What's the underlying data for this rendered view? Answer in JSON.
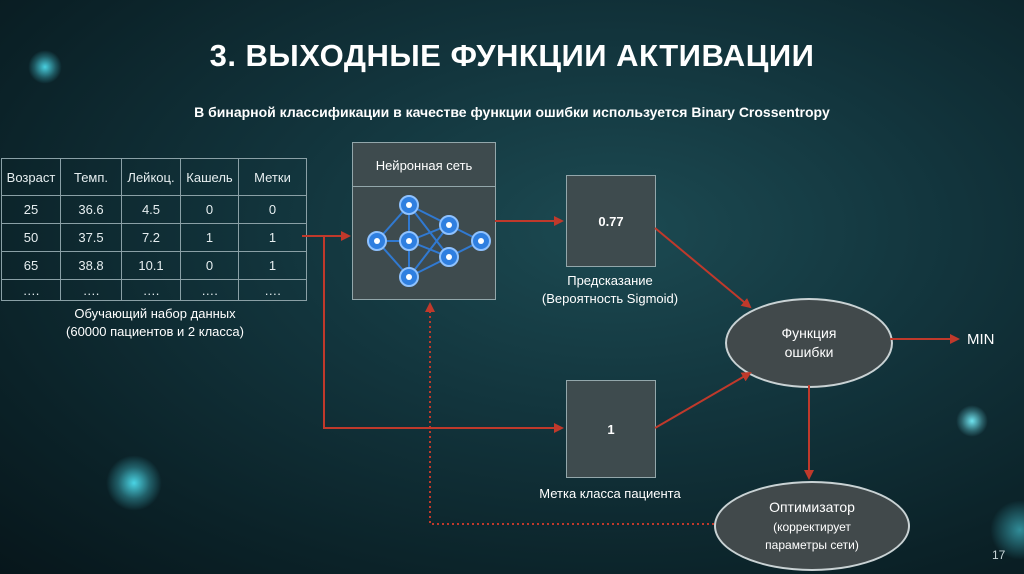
{
  "title": "3. ВЫХОДНЫЕ ФУНКЦИИ АКТИВАЦИИ",
  "subtitle": "В бинарной классификации в качестве функции ошибки используется Binary Crossentropy",
  "table": {
    "headers": [
      "Возраст",
      "Темп.",
      "Лейкоц.",
      "Кашель",
      "Метки"
    ],
    "rows": [
      [
        "25",
        "36.6",
        "4.5",
        "0",
        "0"
      ],
      [
        "50",
        "37.5",
        "7.2",
        "1",
        "1"
      ],
      [
        "65",
        "38.8",
        "10.1",
        "0",
        "1"
      ],
      [
        "….",
        "….",
        "….",
        "….",
        "…."
      ]
    ]
  },
  "dataset_caption": {
    "line1": "Обучающий набор данных",
    "line2": "(60000 пациентов и 2 класса)"
  },
  "network": {
    "label": "Нейронная сеть"
  },
  "prediction": {
    "value": "0.77",
    "line1": "Предсказание",
    "line2": "(Вероятность Sigmoid)"
  },
  "true_label": {
    "value": "1",
    "caption": "Метка класса пациента"
  },
  "loss": {
    "line1": "Функция",
    "line2": "ошибки"
  },
  "optimizer": {
    "line1": "Оптимизатор",
    "line2": "(корректирует",
    "line3": "параметры сети)"
  },
  "min_label": "MIN",
  "page_number": "17",
  "colors": {
    "arrow": "#c0392b",
    "node": "#2f7fe0",
    "box": "#3e4b4e"
  }
}
